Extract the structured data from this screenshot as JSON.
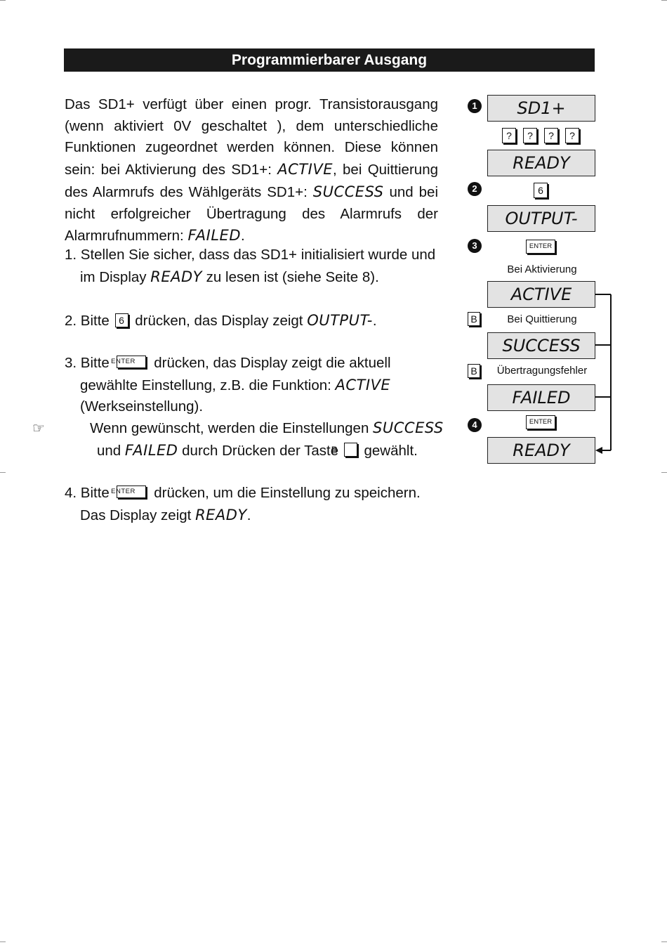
{
  "page": {
    "title": "Programmierbarer Ausgang"
  },
  "intro": {
    "t1": "Das SD1+ verfügt über einen progr. Transistorausgang (wenn aktiviert 0V geschaltet ), dem unterschiedliche Funktionen zuge­ordnet werden können. Diese können sein: bei Aktivierung des SD1+: ",
    "lcd1": "ACTIVE",
    "t2": ", bei Quittierung des Alarmrufs des Wählgeräts SD1+: ",
    "lcd2": "SUCCESS",
    "t3": " und bei nicht erfolgreicher Übertragung des Alarmrufs der Alarmrufnummern: ",
    "lcd3": "FAILED",
    "t4": "."
  },
  "step1": {
    "t1": "1. Stellen Sie sicher, dass das SD1+ initialisiert wurde und im Display ",
    "lcd": "READY",
    "t2": " zu lesen ist (siehe Seite 8)."
  },
  "step2": {
    "t1": "2. Bitte ",
    "key": "6",
    "t2": " drücken, das Display zeigt ",
    "lcd": "OUTPUT-",
    "t3": "."
  },
  "step3": {
    "t1": "3. Bitte ",
    "key": "ENTER",
    "t2": " drücken, das Display zeigt die aktuell gewählte Einstellung, z.B. die Funktion: ",
    "lcd": "ACTIVE",
    "t3": " (Werkseinstellung)."
  },
  "note": {
    "icon": "pointing-hand-icon",
    "symbol": "☞",
    "t1": "Wenn gewünscht, werden die Einstellungen ",
    "lcd1": "SUCCESS",
    "t2": " und ",
    "lcd2": "FAILED",
    "t3": " durch Drücken der Taste ",
    "key": "B",
    "t4": " gewählt."
  },
  "step4": {
    "t1": "4. Bitte ",
    "key": "ENTER",
    "t2": " drücken, um die Einstellung zu speichern. Das Display zeigt ",
    "lcd": "READY",
    "t3": "."
  },
  "diagram": {
    "badges": [
      "1",
      "2",
      "3",
      "4"
    ],
    "displays": [
      "SD1+",
      "READY",
      "OUTPUT-",
      "ACTIVE",
      "SUCCESS",
      "FAILED",
      "READY"
    ],
    "pin_keys": [
      "?",
      "?",
      "?",
      "?"
    ],
    "key6": "6",
    "enter": "ENTER",
    "key_b": "B",
    "labels": {
      "activation": "Bei Aktivierung",
      "acknowledge": "Bei Quittierung",
      "error": "Übertragungsfehler"
    }
  }
}
